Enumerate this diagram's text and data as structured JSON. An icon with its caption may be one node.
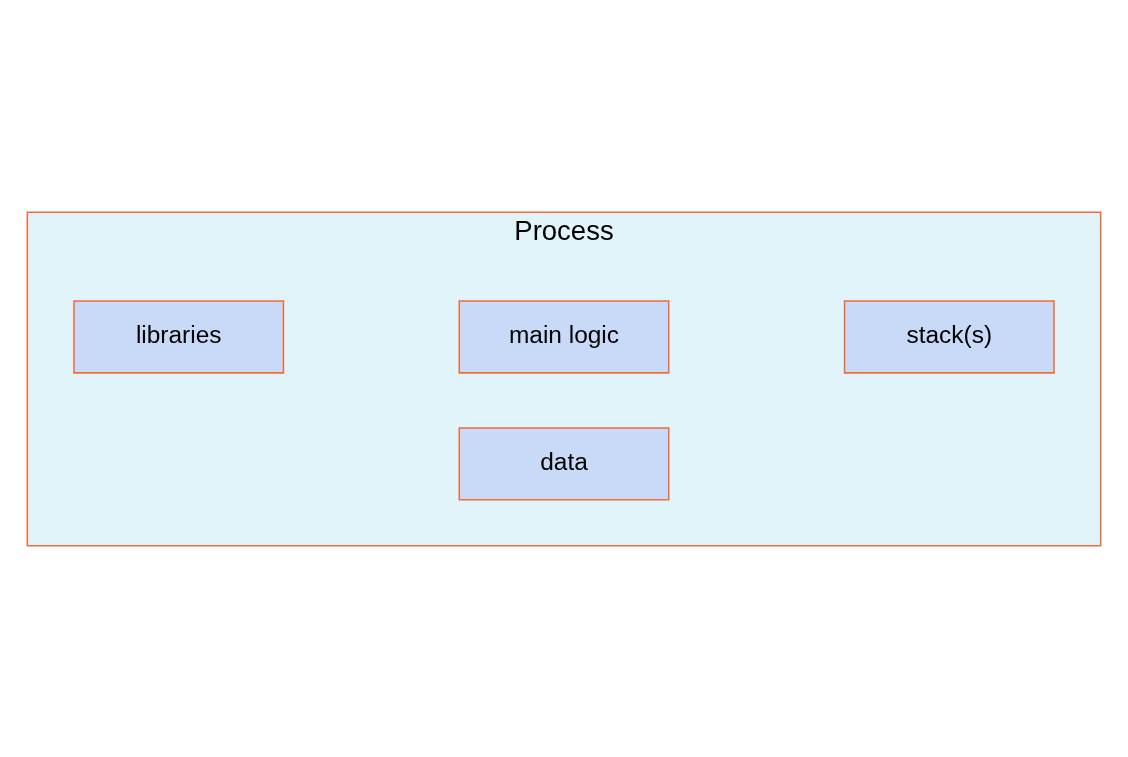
{
  "diagram": {
    "nodes": [
      {
        "text": [
          "Process"
        ]
      },
      {
        "text": [
          "libraries"
        ],
        "in": 0
      },
      {
        "text": [
          "main logic"
        ],
        "in": 0
      },
      {
        "text": [
          "stack(s)"
        ],
        "in": 0
      },
      {
        "text": [
          "data"
        ],
        "in": 0
      }
    ],
    "edges": []
  }
}
